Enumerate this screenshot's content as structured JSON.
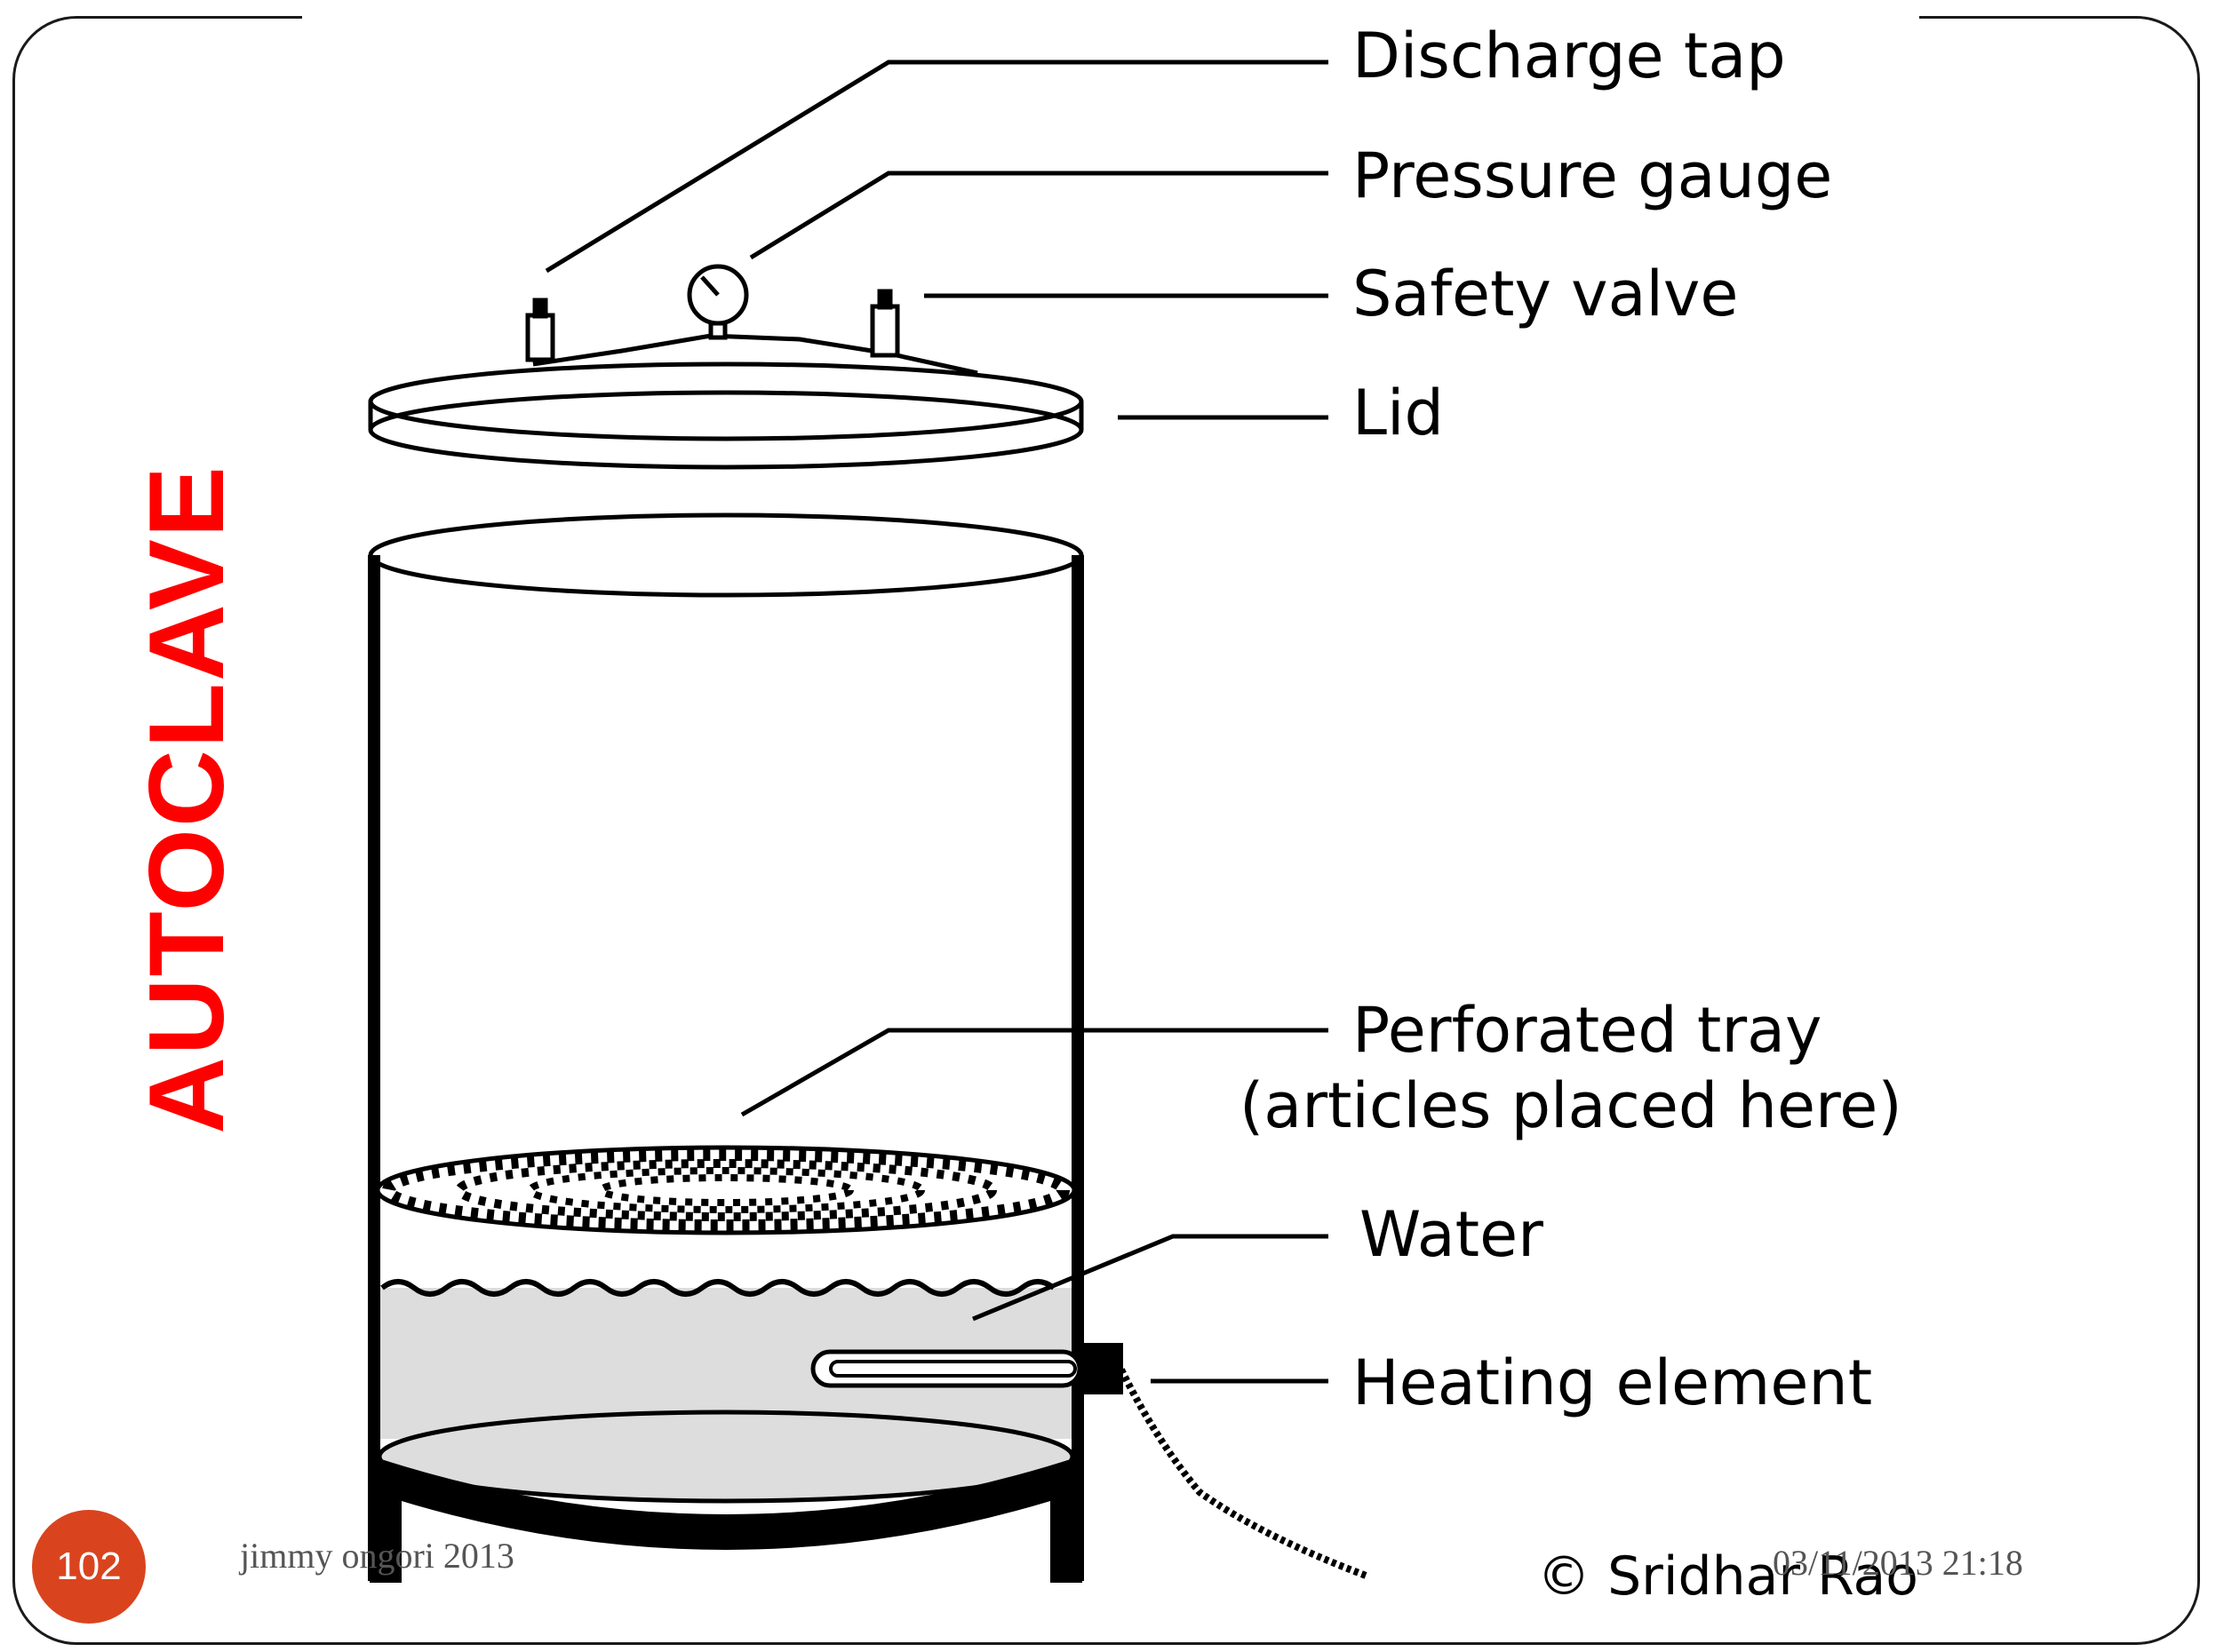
{
  "slide": {
    "title": "AUTOCLAVE",
    "page_number": "102",
    "author_footer": "jimmy ongori 2013",
    "date_footer": "03/11/2013 21:18",
    "copyright": "© Sridhar Rao"
  },
  "diagram": {
    "labels": {
      "discharge_tap": "Discharge tap",
      "pressure_gauge": "Pressure gauge",
      "safety_valve": "Safety valve",
      "lid": "Lid",
      "perforated_tray_line1": "Perforated tray",
      "perforated_tray_line2": "(articles placed here)",
      "water": "Water",
      "heating_element": "Heating element"
    }
  },
  "colors": {
    "title": "#ff0000",
    "badge": "#d9441e",
    "water_fill": "#dddddd"
  }
}
